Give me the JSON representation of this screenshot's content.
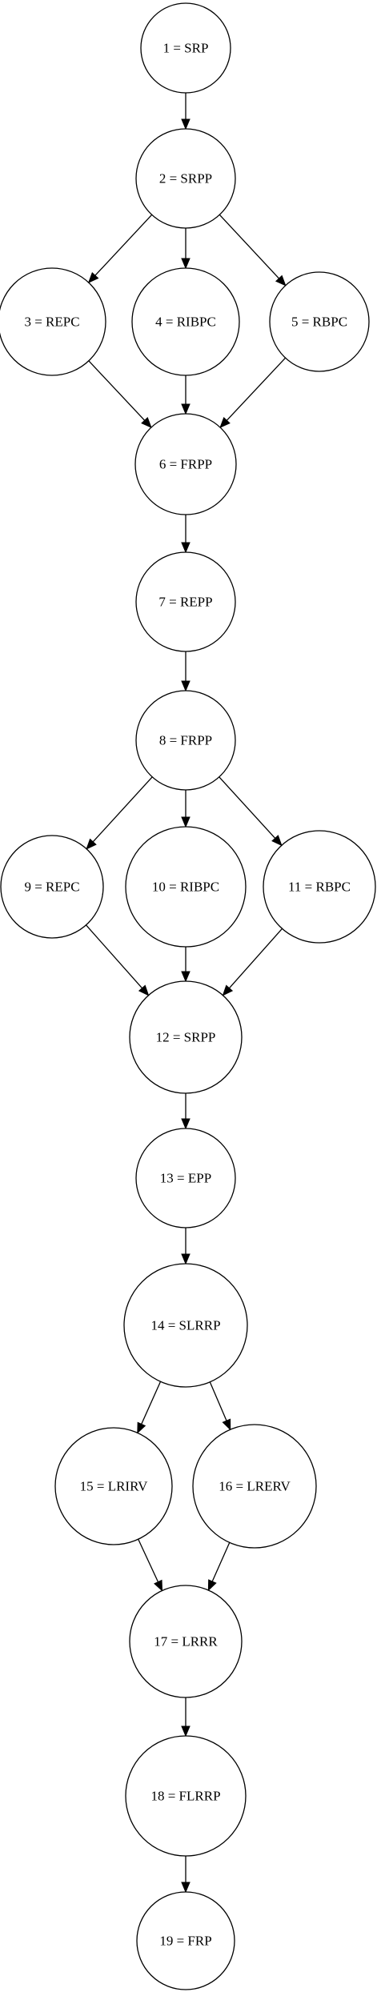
{
  "nodes": [
    {
      "id": 1,
      "label": "1 = SRP"
    },
    {
      "id": 2,
      "label": "2 = SRPP"
    },
    {
      "id": 3,
      "label": "3 = REPC"
    },
    {
      "id": 4,
      "label": "4 = RIBPC"
    },
    {
      "id": 5,
      "label": "5 = RBPC"
    },
    {
      "id": 6,
      "label": "6 = FRPP"
    },
    {
      "id": 7,
      "label": "7 = REPP"
    },
    {
      "id": 8,
      "label": "8 = FRPP"
    },
    {
      "id": 9,
      "label": "9 = REPC"
    },
    {
      "id": 10,
      "label": "10 = RIBPC"
    },
    {
      "id": 11,
      "label": "11 = RBPC"
    },
    {
      "id": 12,
      "label": "12 = SRPP"
    },
    {
      "id": 13,
      "label": "13 = EPP"
    },
    {
      "id": 14,
      "label": "14 = SLRRP"
    },
    {
      "id": 15,
      "label": "15 = LRIRV"
    },
    {
      "id": 16,
      "label": "16 = LRERV"
    },
    {
      "id": 17,
      "label": "17 = LRRR"
    },
    {
      "id": 18,
      "label": "18 = FLRRP"
    },
    {
      "id": 19,
      "label": "19 = FRP"
    }
  ],
  "edges": [
    {
      "from": 1,
      "to": 2
    },
    {
      "from": 2,
      "to": 3
    },
    {
      "from": 2,
      "to": 4
    },
    {
      "from": 2,
      "to": 5
    },
    {
      "from": 3,
      "to": 6
    },
    {
      "from": 4,
      "to": 6
    },
    {
      "from": 5,
      "to": 6
    },
    {
      "from": 6,
      "to": 7
    },
    {
      "from": 7,
      "to": 8
    },
    {
      "from": 8,
      "to": 9
    },
    {
      "from": 8,
      "to": 10
    },
    {
      "from": 8,
      "to": 11
    },
    {
      "from": 9,
      "to": 12
    },
    {
      "from": 10,
      "to": 12
    },
    {
      "from": 11,
      "to": 12
    },
    {
      "from": 12,
      "to": 13
    },
    {
      "from": 13,
      "to": 14
    },
    {
      "from": 14,
      "to": 15
    },
    {
      "from": 14,
      "to": 16
    },
    {
      "from": 15,
      "to": 17
    },
    {
      "from": 16,
      "to": 17
    },
    {
      "from": 17,
      "to": 18
    },
    {
      "from": 18,
      "to": 19
    }
  ]
}
